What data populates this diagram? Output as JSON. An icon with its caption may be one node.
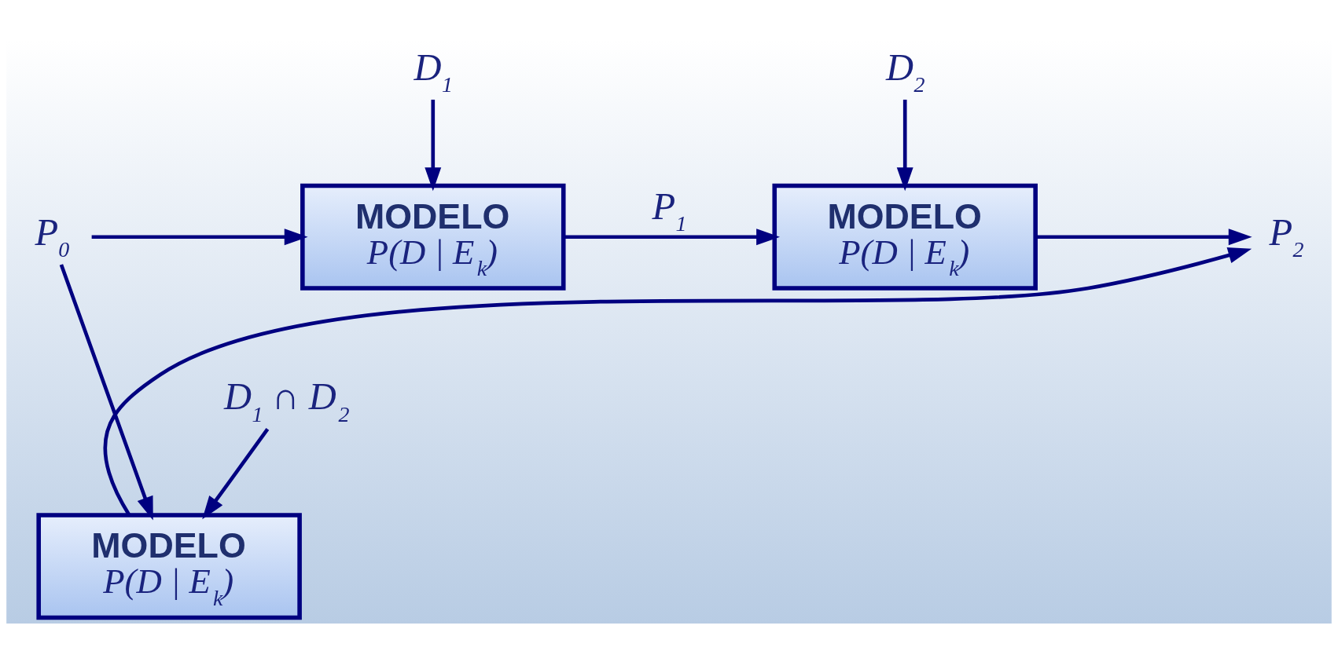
{
  "diagram": {
    "nodes": [
      {
        "text": [
          "D$_{1}$"
        ]
      },
      {
        "text": [
          "D$_{2}$"
        ]
      },
      {
        "text": [
          "P$_{0}$"
        ]
      },
      {
        "text": [
          "MODELO",
          "P(D | E$_{k}$)"
        ]
      },
      {
        "text": [
          "MODELO",
          "P(D | E$_{k}$)"
        ]
      },
      {
        "text": [
          "P$_{2}$"
        ]
      },
      {
        "text": [
          "D$_{1}$ ∩ D$_{2}$"
        ]
      },
      {
        "text": [
          "MODELO",
          "P(D | E$_{k}$)"
        ]
      }
    ],
    "edges": [
      {
        "from": 0,
        "to": 3,
        "arrow": "to"
      },
      {
        "from": 1,
        "to": 4,
        "arrow": "to"
      },
      {
        "from": 2,
        "to": 3,
        "arrow": "to"
      },
      {
        "from": 3,
        "to": 4,
        "arrow": "to",
        "label": "P$_{1}$"
      },
      {
        "from": 4,
        "to": 5,
        "arrow": "to"
      },
      {
        "from": 2,
        "to": 7,
        "arrow": "to"
      },
      {
        "from": 6,
        "to": 7,
        "arrow": "to"
      },
      {
        "from": 7,
        "to": 5,
        "arrow": "to"
      }
    ]
  }
}
